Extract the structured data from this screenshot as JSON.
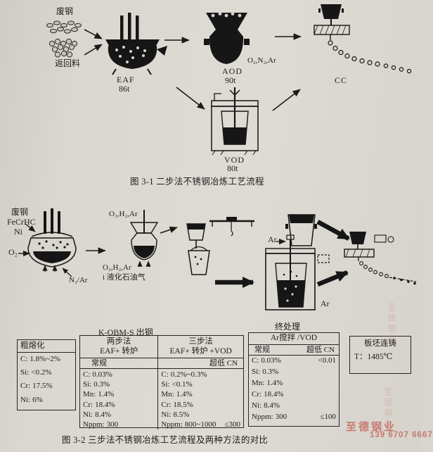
{
  "fig1": {
    "scrap_label": "废钢",
    "return_label": "返回料",
    "eaf_name": "EAF",
    "eaf_cap": "86t",
    "aod_name": "AOD",
    "aod_cap": "90t",
    "aod_gas": "O₂,N₂,Ar",
    "cc_name": "CC",
    "vod_name": "VOD",
    "vod_cap": "80t",
    "caption": "图 3-1  二步法不锈钢冶炼工艺流程"
  },
  "fig2": {
    "feed1": "废钢",
    "feed2": "FeCrHC",
    "feed3": "Ni",
    "o2": "O₂",
    "n2ar": "N₂/Ar",
    "gas_top": "O₂,H₂,Ar",
    "gas_bottom": "O₂,H₂,Ar",
    "lpg": "i 液化石油气",
    "ar_mid": "Ar",
    "ar_vod": "Ar",
    "kobm": "K-OBM-S 出钢",
    "final_label": "终处理",
    "caption": "图 3-2  三步法不锈钢冶炼工艺流程及两种方法的对比"
  },
  "tables": {
    "rough": {
      "title": "粗熔化",
      "rows": [
        [
          "C:",
          "1.8%~2%"
        ],
        [
          "Si:",
          "<0.2%"
        ],
        [
          "Cr:",
          "17.5%"
        ],
        [
          "Ni:",
          "6%"
        ]
      ]
    },
    "main": {
      "left_head1": "两步法",
      "left_head2": "EAF+ 转炉",
      "right_head1": "三步法",
      "right_head2": "EAF+ 转炉 +VOD",
      "sub_left": "常规",
      "sub_right": "超低 CN",
      "left_rows": [
        [
          "C:",
          "0.03%"
        ],
        [
          "Si:",
          "0.3%"
        ],
        [
          "Mn:",
          "1.4%"
        ],
        [
          "Cr:",
          "18.4%"
        ],
        [
          "Ni:",
          "8.4%"
        ],
        [
          "Nppm:",
          "300"
        ]
      ],
      "right_rows": [
        [
          "C:",
          "0.2%~0.3%"
        ],
        [
          "Si:",
          "<0.1%"
        ],
        [
          "Mn:",
          "1.4%"
        ],
        [
          "Cr:",
          "18.5%"
        ],
        [
          "Ni:",
          "8.5%"
        ],
        [
          "Nppm:",
          "800~1000"
        ]
      ],
      "right_extra": "≤300"
    },
    "final": {
      "head": "Ar搅拌 /VOD",
      "sub_left": "常规",
      "sub_right": "超低 CN",
      "rows": [
        [
          "C:",
          "0.03%"
        ],
        [
          "Si:",
          "0.3%"
        ],
        [
          "Mn:",
          "1.4%"
        ],
        [
          "Cr:",
          "18.4%"
        ],
        [
          "Ni:",
          "8.4%"
        ],
        [
          "Nppm:",
          "300"
        ]
      ],
      "extra_top": "<0.01",
      "extra_bottom": "≤100"
    },
    "slab": {
      "line1": "板坯连铸",
      "line2": "T：1485℃"
    }
  },
  "watermark": {
    "name": "至德钢业",
    "phone": "139 6707 6667"
  }
}
